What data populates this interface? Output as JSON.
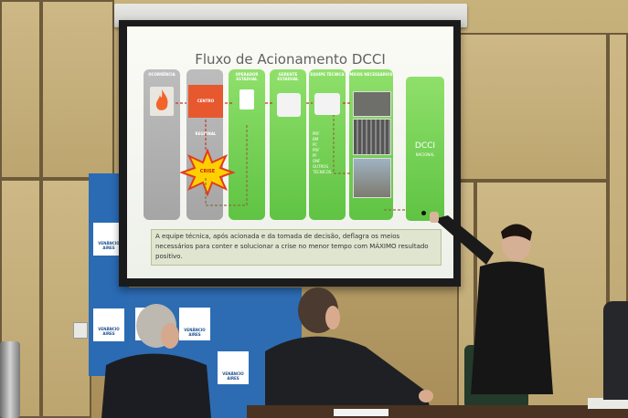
{
  "slide": {
    "title": "Fluxo de Acionamento DCCI",
    "columns": [
      {
        "label": "OCORRÊNCIA"
      },
      {
        "label": ""
      },
      {
        "label": "OPERADOR ESTADUAL"
      },
      {
        "label": "GERENTE ESTADUAL"
      },
      {
        "label": "EQUIPE TÉCNICA"
      },
      {
        "label": "MEIOS NECESSÁRIOS"
      }
    ],
    "center_box": "CENTRO REGIONAL",
    "burst_label": "CRISE",
    "dcci_label": "DCCI",
    "dcci_sub": "NACIONAL",
    "agencies": [
      "PRF",
      "BM",
      "PC",
      "PRF",
      "PF",
      "ONF",
      "OUTROS",
      "TÉCNICOS"
    ],
    "caption": "A equipe técnica, após acionada e da tomada de decisão, deflagra os meios necessários para conter e solucionar a crise no menor tempo com MÁXIMO resultado positivo."
  },
  "banner": {
    "tiles": [
      {
        "line1": "VENÂNCIO",
        "line2": "AIRES"
      },
      {
        "line1": "VENÂNCIO",
        "line2": "AIRES"
      }
    ]
  },
  "backdrop": {
    "tiles": [
      {
        "line1": "VENÂNCIO",
        "line2": "AIRES"
      },
      {
        "line1": "VENÂNCIO",
        "line2": "AIRES"
      },
      {
        "line1": "VENÂNCIO",
        "line2": "AIRES"
      }
    ]
  },
  "colors": {
    "slide_green": "#6fce4f",
    "slide_orange": "#e8582f",
    "banner_blue": "#2a6bb4",
    "wall": "#bca56f"
  }
}
